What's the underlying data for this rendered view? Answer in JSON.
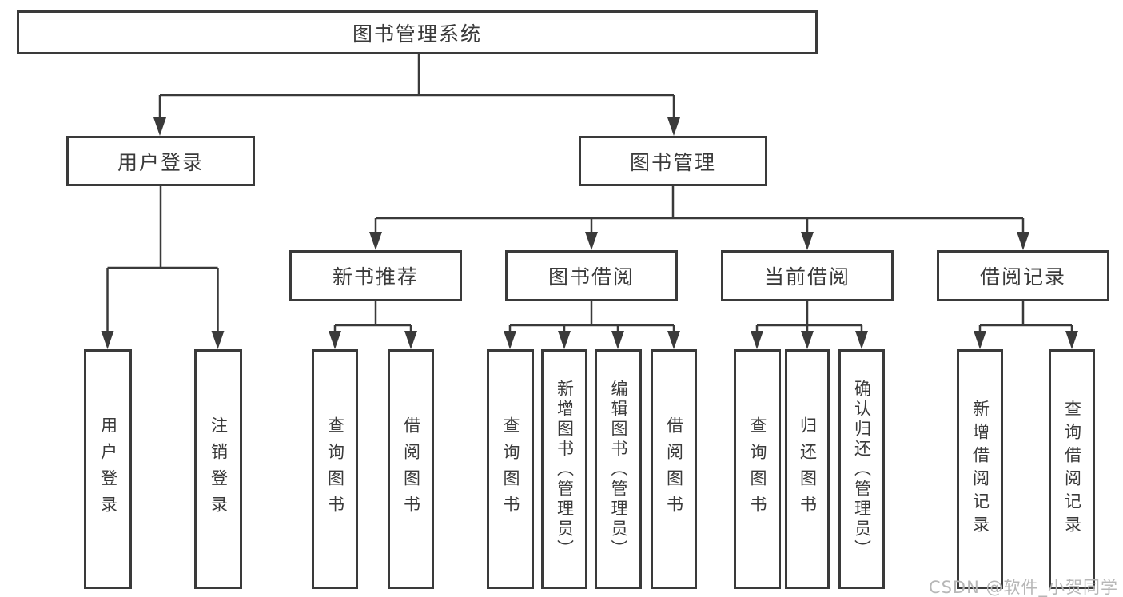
{
  "tree": {
    "root": {
      "label": "图书管理系统"
    },
    "branches": [
      {
        "label": "用户登录",
        "children": [
          {
            "label": "用户登录"
          },
          {
            "label": "注销登录"
          }
        ]
      },
      {
        "label": "图书管理",
        "groups": [
          {
            "label": "新书推荐",
            "children": [
              {
                "label": "查询图书"
              },
              {
                "label": "借阅图书"
              }
            ]
          },
          {
            "label": "图书借阅",
            "children": [
              {
                "label": "查询图书"
              },
              {
                "label": "新增图书（管理员）"
              },
              {
                "label": "编辑图书（管理员）"
              },
              {
                "label": "借阅图书"
              }
            ]
          },
          {
            "label": "当前借阅",
            "children": [
              {
                "label": "查询图书"
              },
              {
                "label": "归还图书"
              },
              {
                "label": "确认归还（管理员）"
              }
            ]
          },
          {
            "label": "借阅记录",
            "children": [
              {
                "label": "新增借阅记录"
              },
              {
                "label": "查询借阅记录"
              }
            ]
          }
        ]
      }
    ]
  },
  "watermark": {
    "text": "CSDN @软件_小贺同学"
  },
  "colors": {
    "line": "#3a3a3a",
    "text": "#3a3a3a",
    "watermark": "#b7b7b7",
    "background": "#ffffff"
  }
}
